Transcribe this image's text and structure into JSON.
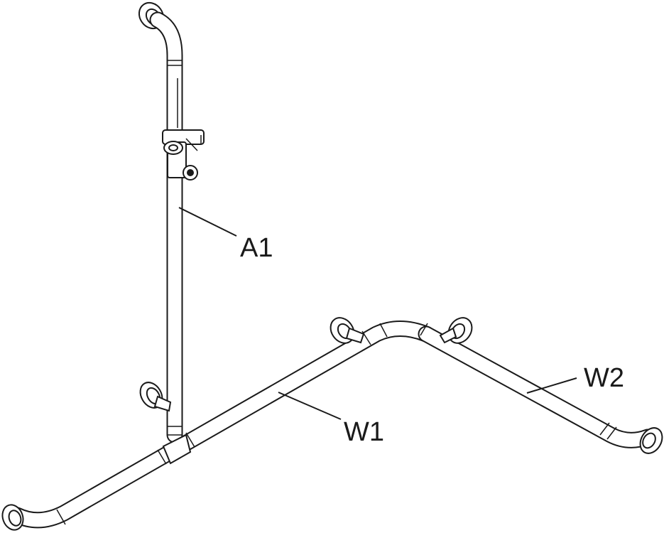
{
  "callouts": {
    "a1": "A1",
    "w1": "W1",
    "w2": "W2"
  },
  "colors": {
    "ink": "#1a1a1a",
    "background": "#ffffff"
  }
}
